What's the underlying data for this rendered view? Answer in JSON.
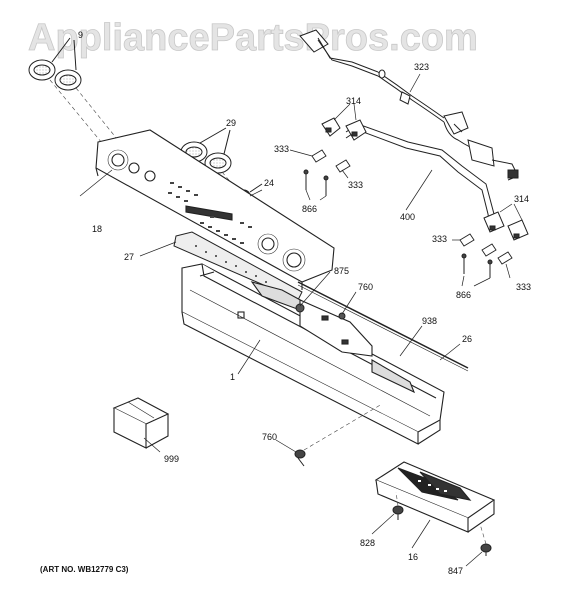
{
  "watermark": "AppliancePartsPros.com",
  "art_note": "(ART NO. WB12779 C3)",
  "callouts": {
    "c9": "9",
    "c29": "29",
    "c24": "24",
    "c18": "18",
    "c27": "27",
    "c875": "875",
    "c760a": "760",
    "c938": "938",
    "c26": "26",
    "c1": "1",
    "c999": "999",
    "c760b": "760",
    "c828": "828",
    "c16": "16",
    "c847": "847",
    "c323": "323",
    "c314a": "314",
    "c333a": "333",
    "c333b": "333",
    "c866a": "866",
    "c400": "400",
    "c314b": "314",
    "c333c": "333",
    "c333d": "333",
    "c866b": "866"
  }
}
